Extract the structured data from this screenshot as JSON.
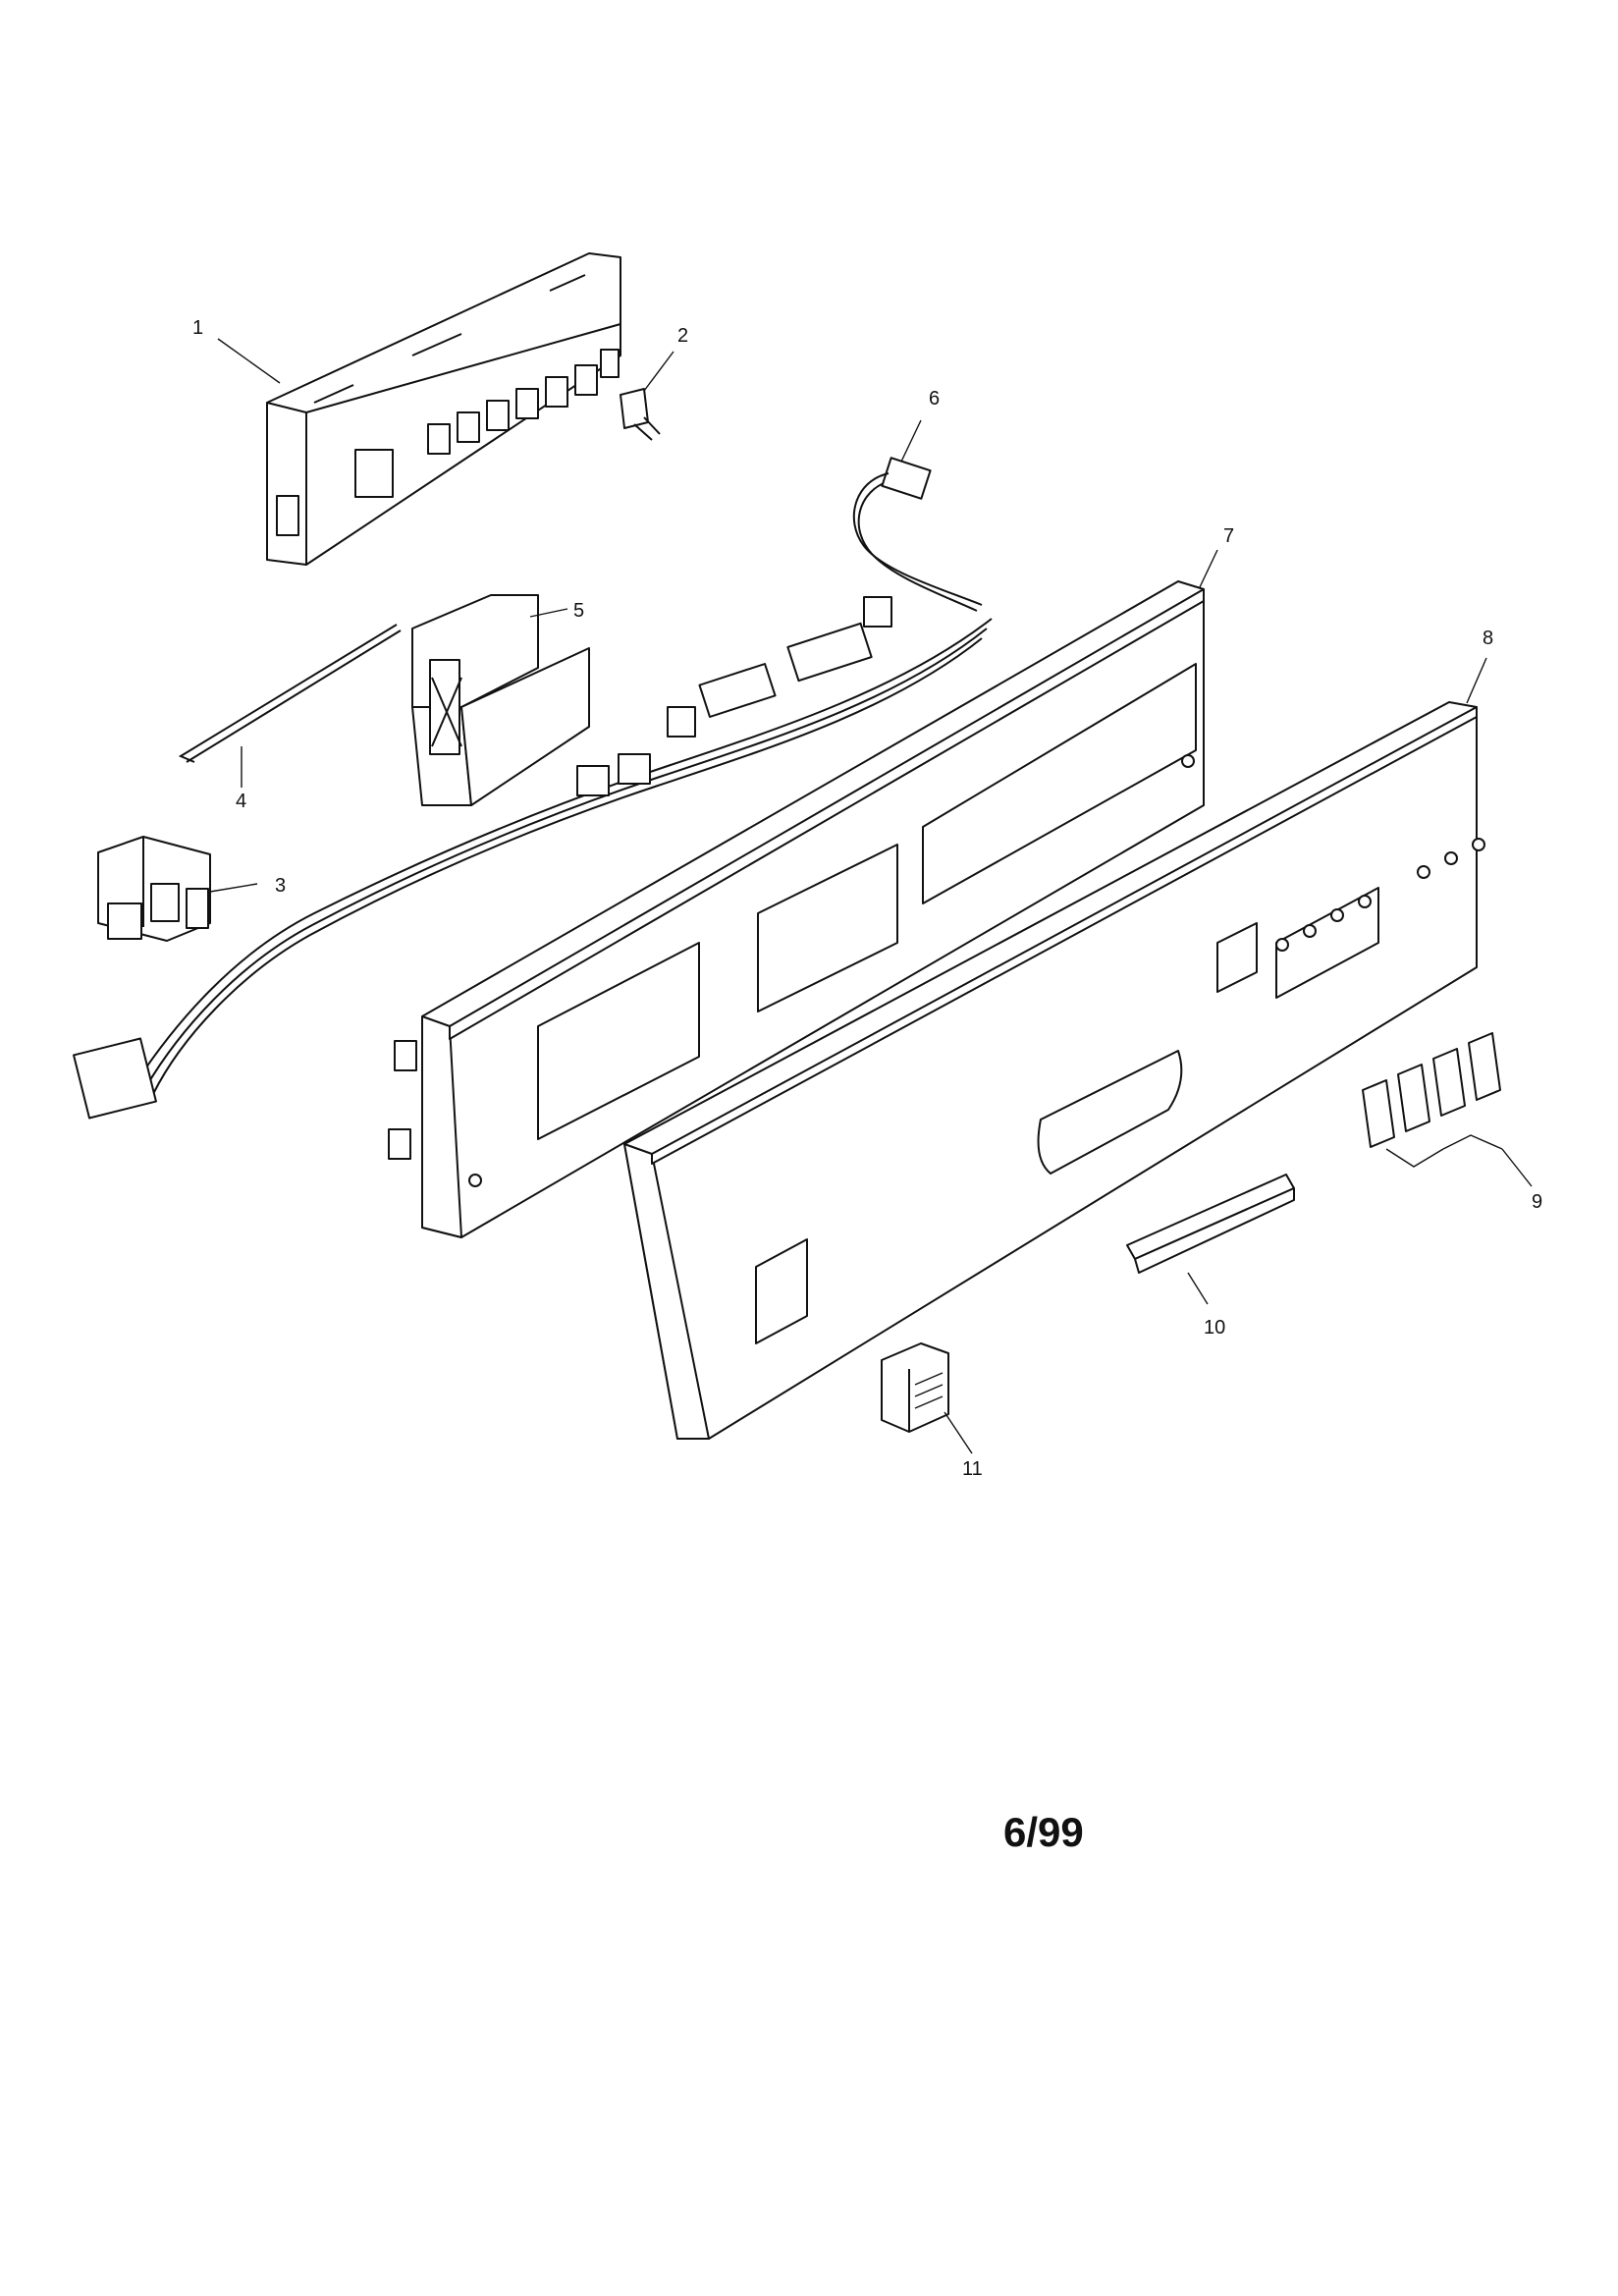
{
  "diagram": {
    "callouts": [
      {
        "id": "1",
        "label": "1"
      },
      {
        "id": "2",
        "label": "2"
      },
      {
        "id": "3",
        "label": "3"
      },
      {
        "id": "4",
        "label": "4"
      },
      {
        "id": "5",
        "label": "5"
      },
      {
        "id": "6",
        "label": "6"
      },
      {
        "id": "7",
        "label": "7"
      },
      {
        "id": "8",
        "label": "8"
      },
      {
        "id": "9",
        "label": "9"
      },
      {
        "id": "10",
        "label": "10"
      },
      {
        "id": "11",
        "label": "11"
      }
    ],
    "date_code": "6/99"
  }
}
